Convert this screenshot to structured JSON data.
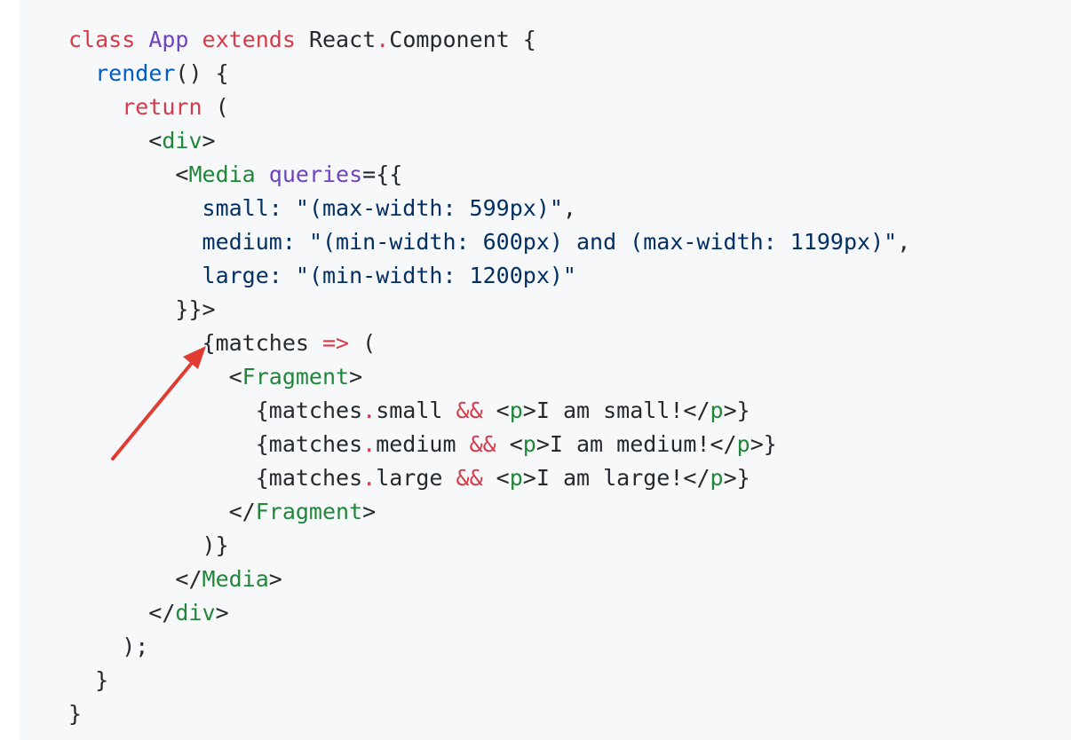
{
  "colors": {
    "background": "#f6f8fa",
    "keyword": "#d73a49",
    "class_name": "#6f42c1",
    "function_name": "#005cc5",
    "jsx_tag": "#22863a",
    "jsx_attribute": "#6f42c1",
    "string": "#032f62",
    "plain_text": "#24292e",
    "annotation_arrow": "#e03c31"
  },
  "annotation": {
    "icon": "red-arrow-icon",
    "points_to": "{matches => ("
  },
  "code": {
    "language": "jsx",
    "lines": [
      [
        {
          "t": "class",
          "c": "keyword"
        },
        {
          "t": " ",
          "c": "text"
        },
        {
          "t": "App",
          "c": "class"
        },
        {
          "t": " ",
          "c": "text"
        },
        {
          "t": "extends",
          "c": "keyword"
        },
        {
          "t": " React",
          "c": "ident"
        },
        {
          "t": ".",
          "c": "op"
        },
        {
          "t": "Component {",
          "c": "ident"
        }
      ],
      [
        {
          "t": "  ",
          "c": "text"
        },
        {
          "t": "render",
          "c": "func"
        },
        {
          "t": "() {",
          "c": "punct"
        }
      ],
      [
        {
          "t": "    ",
          "c": "text"
        },
        {
          "t": "return",
          "c": "keyword"
        },
        {
          "t": " (",
          "c": "punct"
        }
      ],
      [
        {
          "t": "      <",
          "c": "punct"
        },
        {
          "t": "div",
          "c": "tag"
        },
        {
          "t": ">",
          "c": "punct"
        }
      ],
      [
        {
          "t": "        <",
          "c": "punct"
        },
        {
          "t": "Media",
          "c": "tag"
        },
        {
          "t": " ",
          "c": "text"
        },
        {
          "t": "queries",
          "c": "attr"
        },
        {
          "t": "={{",
          "c": "punct"
        }
      ],
      [
        {
          "t": "          ",
          "c": "text"
        },
        {
          "t": "small",
          "c": "string"
        },
        {
          "t": ": ",
          "c": "string"
        },
        {
          "t": "\"(max-width: 599px)\"",
          "c": "string"
        },
        {
          "t": ",",
          "c": "punct"
        }
      ],
      [
        {
          "t": "          ",
          "c": "text"
        },
        {
          "t": "medium",
          "c": "string"
        },
        {
          "t": ": ",
          "c": "string"
        },
        {
          "t": "\"(min-width: 600px) and (max-width: 1199px)\"",
          "c": "string"
        },
        {
          "t": ",",
          "c": "punct"
        }
      ],
      [
        {
          "t": "          ",
          "c": "text"
        },
        {
          "t": "large",
          "c": "string"
        },
        {
          "t": ": ",
          "c": "string"
        },
        {
          "t": "\"(min-width: 1200px)\"",
          "c": "string"
        }
      ],
      [
        {
          "t": "        }}>",
          "c": "punct"
        }
      ],
      [
        {
          "t": "          {matches ",
          "c": "ident"
        },
        {
          "t": "=>",
          "c": "op"
        },
        {
          "t": " (",
          "c": "punct"
        }
      ],
      [
        {
          "t": "            <",
          "c": "punct"
        },
        {
          "t": "Fragment",
          "c": "tag"
        },
        {
          "t": ">",
          "c": "punct"
        }
      ],
      [
        {
          "t": "              {matches",
          "c": "ident"
        },
        {
          "t": ".",
          "c": "op"
        },
        {
          "t": "small ",
          "c": "ident"
        },
        {
          "t": "&&",
          "c": "op"
        },
        {
          "t": " <",
          "c": "punct"
        },
        {
          "t": "p",
          "c": "tag"
        },
        {
          "t": ">I am small!</",
          "c": "text"
        },
        {
          "t": "p",
          "c": "tag"
        },
        {
          "t": ">}",
          "c": "punct"
        }
      ],
      [
        {
          "t": "              {matches",
          "c": "ident"
        },
        {
          "t": ".",
          "c": "op"
        },
        {
          "t": "medium ",
          "c": "ident"
        },
        {
          "t": "&&",
          "c": "op"
        },
        {
          "t": " <",
          "c": "punct"
        },
        {
          "t": "p",
          "c": "tag"
        },
        {
          "t": ">I am medium!</",
          "c": "text"
        },
        {
          "t": "p",
          "c": "tag"
        },
        {
          "t": ">}",
          "c": "punct"
        }
      ],
      [
        {
          "t": "              {matches",
          "c": "ident"
        },
        {
          "t": ".",
          "c": "op"
        },
        {
          "t": "large ",
          "c": "ident"
        },
        {
          "t": "&&",
          "c": "op"
        },
        {
          "t": " <",
          "c": "punct"
        },
        {
          "t": "p",
          "c": "tag"
        },
        {
          "t": ">I am large!</",
          "c": "text"
        },
        {
          "t": "p",
          "c": "tag"
        },
        {
          "t": ">}",
          "c": "punct"
        }
      ],
      [
        {
          "t": "            </",
          "c": "punct"
        },
        {
          "t": "Fragment",
          "c": "tag"
        },
        {
          "t": ">",
          "c": "punct"
        }
      ],
      [
        {
          "t": "          )}",
          "c": "punct"
        }
      ],
      [
        {
          "t": "        </",
          "c": "punct"
        },
        {
          "t": "Media",
          "c": "tag"
        },
        {
          "t": ">",
          "c": "punct"
        }
      ],
      [
        {
          "t": "      </",
          "c": "punct"
        },
        {
          "t": "div",
          "c": "tag"
        },
        {
          "t": ">",
          "c": "punct"
        }
      ],
      [
        {
          "t": "    );",
          "c": "punct"
        }
      ],
      [
        {
          "t": "  }",
          "c": "punct"
        }
      ],
      [
        {
          "t": "}",
          "c": "punct"
        }
      ]
    ]
  }
}
